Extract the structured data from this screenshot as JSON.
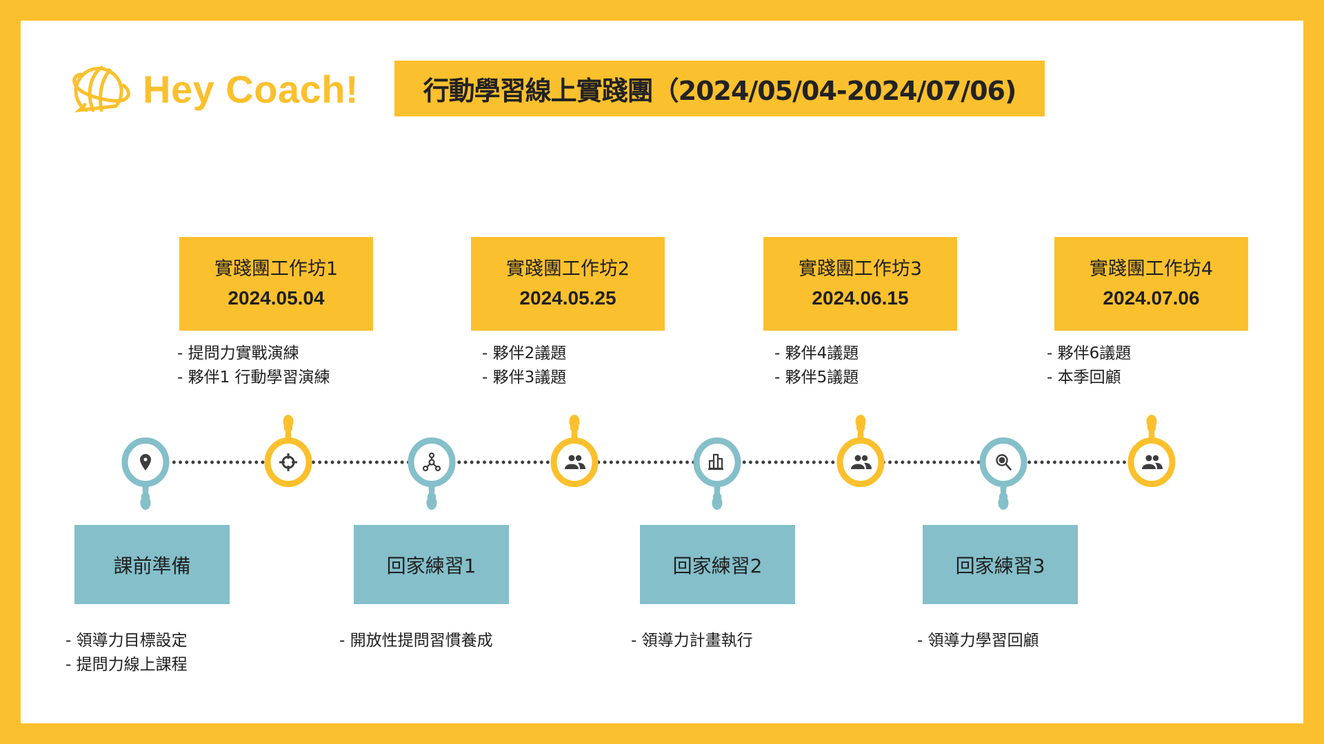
{
  "brand": {
    "name": "Hey Coach!"
  },
  "title": "行動學習線上實踐團（2024/05/04-2024/07/06)",
  "colors": {
    "frame": "#FBC02D",
    "accent_yellow": "#FBC02D",
    "accent_teal": "#84BFCA",
    "text": "#1f1f1f",
    "icon": "#3d3d3d"
  },
  "workshops": [
    {
      "name": "實踐團工作坊1",
      "date": "2024.05.04",
      "bullets": [
        "- 提問力實戰演練",
        "- 夥伴1 行動學習演練"
      ]
    },
    {
      "name": "實踐團工作坊2",
      "date": "2024.05.25",
      "bullets": [
        "- 夥伴2議題",
        "- 夥伴3議題"
      ]
    },
    {
      "name": "實踐團工作坊3",
      "date": "2024.06.15",
      "bullets": [
        "- 夥伴4議題",
        "- 夥伴5議題"
      ]
    },
    {
      "name": "實踐團工作坊4",
      "date": "2024.07.06",
      "bullets": [
        "- 夥伴6議題",
        "- 本季回顧"
      ]
    }
  ],
  "homework": [
    {
      "label": "課前準備",
      "bullets": [
        "- 領導力目標設定",
        "- 提問力線上課程"
      ]
    },
    {
      "label": "回家練習1",
      "bullets": [
        "- 開放性提問習慣養成"
      ]
    },
    {
      "label": "回家練習2",
      "bullets": [
        "- 領導力計畫執行"
      ]
    },
    {
      "label": "回家練習3",
      "bullets": [
        "- 領導力學習回顧"
      ]
    }
  ],
  "timeline_nodes": [
    {
      "icon": "map-pin-icon",
      "color": "teal"
    },
    {
      "icon": "target-icon",
      "color": "yellow"
    },
    {
      "icon": "network-icon",
      "color": "teal"
    },
    {
      "icon": "people-icon",
      "color": "yellow"
    },
    {
      "icon": "bar-chart-icon",
      "color": "teal"
    },
    {
      "icon": "people-icon",
      "color": "yellow"
    },
    {
      "icon": "magnifier-icon",
      "color": "teal"
    },
    {
      "icon": "people-icon",
      "color": "yellow"
    }
  ]
}
